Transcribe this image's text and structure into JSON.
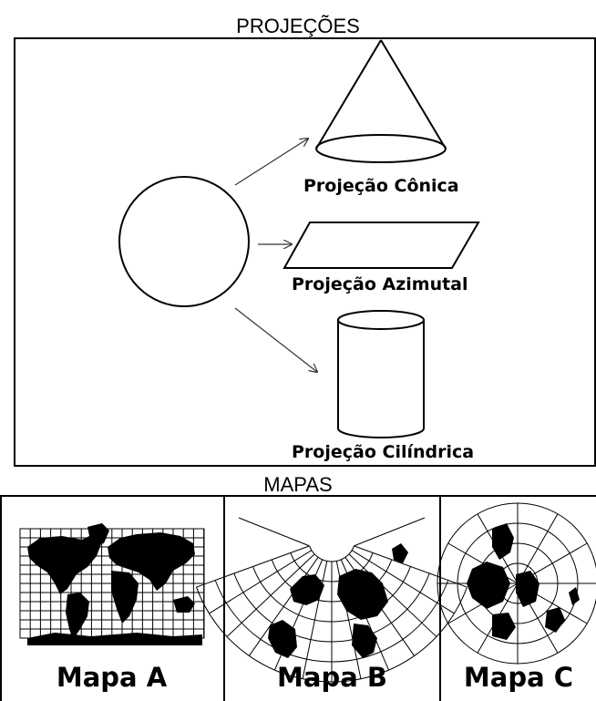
{
  "projections": {
    "title": "PROJEÇÕES",
    "items": [
      {
        "label": "Projeção Cônica"
      },
      {
        "label": "Projeção Azimutal"
      },
      {
        "label": "Projeção Cilíndrica"
      }
    ]
  },
  "maps": {
    "title": "MAPAS",
    "items": [
      {
        "label": "Mapa A"
      },
      {
        "label": "Mapa B"
      },
      {
        "label": "Mapa C"
      }
    ]
  }
}
